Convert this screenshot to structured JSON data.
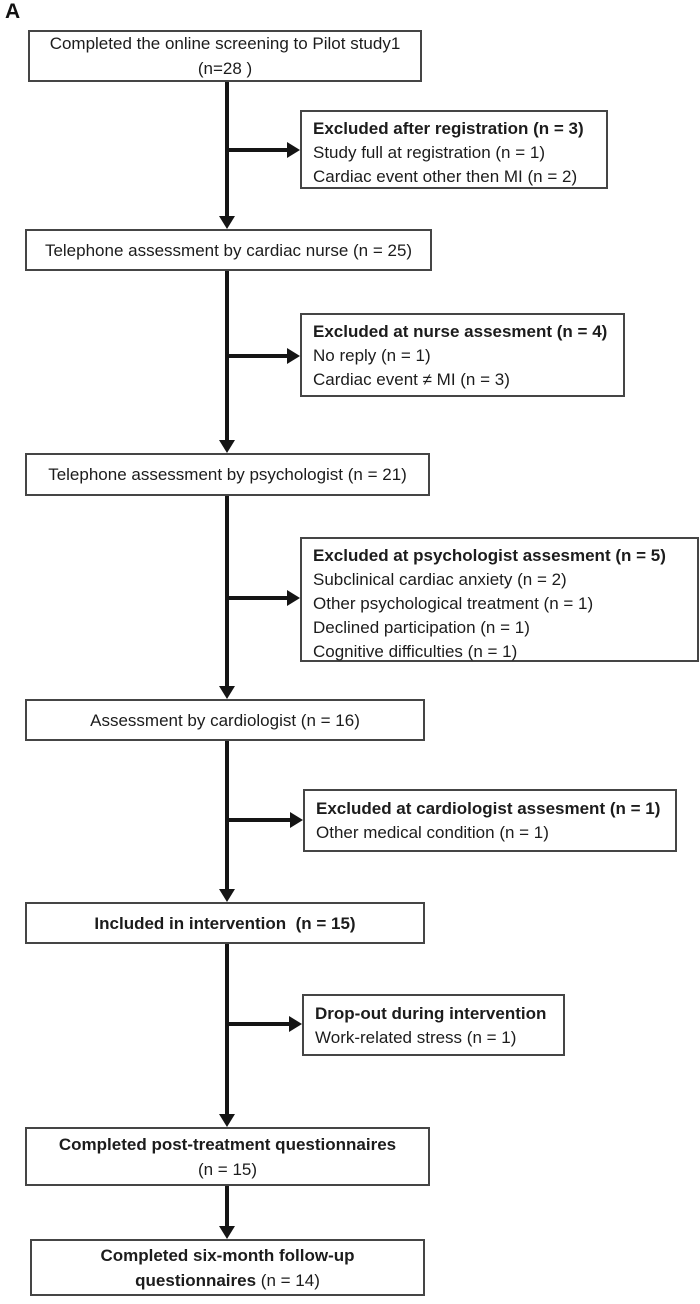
{
  "panel_label": "A",
  "colors": {
    "background": "#ffffff",
    "box_border": "#454545",
    "arrow": "#151515",
    "text": "#1c1c1c"
  },
  "flow": {
    "box_screening": {
      "line1": "Completed the online screening to Pilot study1",
      "line2": "(n=28 )"
    },
    "box_excluded_registration": {
      "title": "Excluded after registration (n = 3)",
      "item1": "Study full at registration (n = 1)",
      "item2": "Cardiac event other then MI (n = 2)"
    },
    "box_nurse": {
      "label": "Telephone assessment by cardiac nurse (n = 25)"
    },
    "box_excluded_nurse": {
      "title": "Excluded at nurse assesment (n = 4)",
      "item1": "No reply (n = 1)",
      "item2": "Cardiac event ≠ MI (n = 3)"
    },
    "box_psychologist": {
      "label": "Telephone assessment by psychologist (n = 21)"
    },
    "box_excluded_psychologist": {
      "title": "Excluded at psychologist assesment (n = 5)",
      "item1": "Subclinical cardiac anxiety (n = 2)",
      "item2": "Other psychological treatment (n = 1)",
      "item3": "Declined participation (n = 1)",
      "item4": "Cognitive difficulties (n = 1)"
    },
    "box_cardiologist": {
      "label": "Assessment by cardiologist (n = 16)"
    },
    "box_excluded_cardiologist": {
      "title": "Excluded at cardiologist assesment (n = 1)",
      "item1": "Other medical condition (n = 1)"
    },
    "box_included": {
      "label": "Included in intervention  (n = 15)"
    },
    "box_dropout": {
      "title": "Drop-out during intervention",
      "item1": "Work-related stress (n = 1)"
    },
    "box_posttreatment": {
      "line1": "Completed post-treatment questionnaires",
      "line2": "(n = 15)"
    },
    "box_followup": {
      "line1": "Completed six-month follow-up",
      "line2_bold": "questionnaires",
      "line2_regular": "(n = 14)"
    }
  }
}
